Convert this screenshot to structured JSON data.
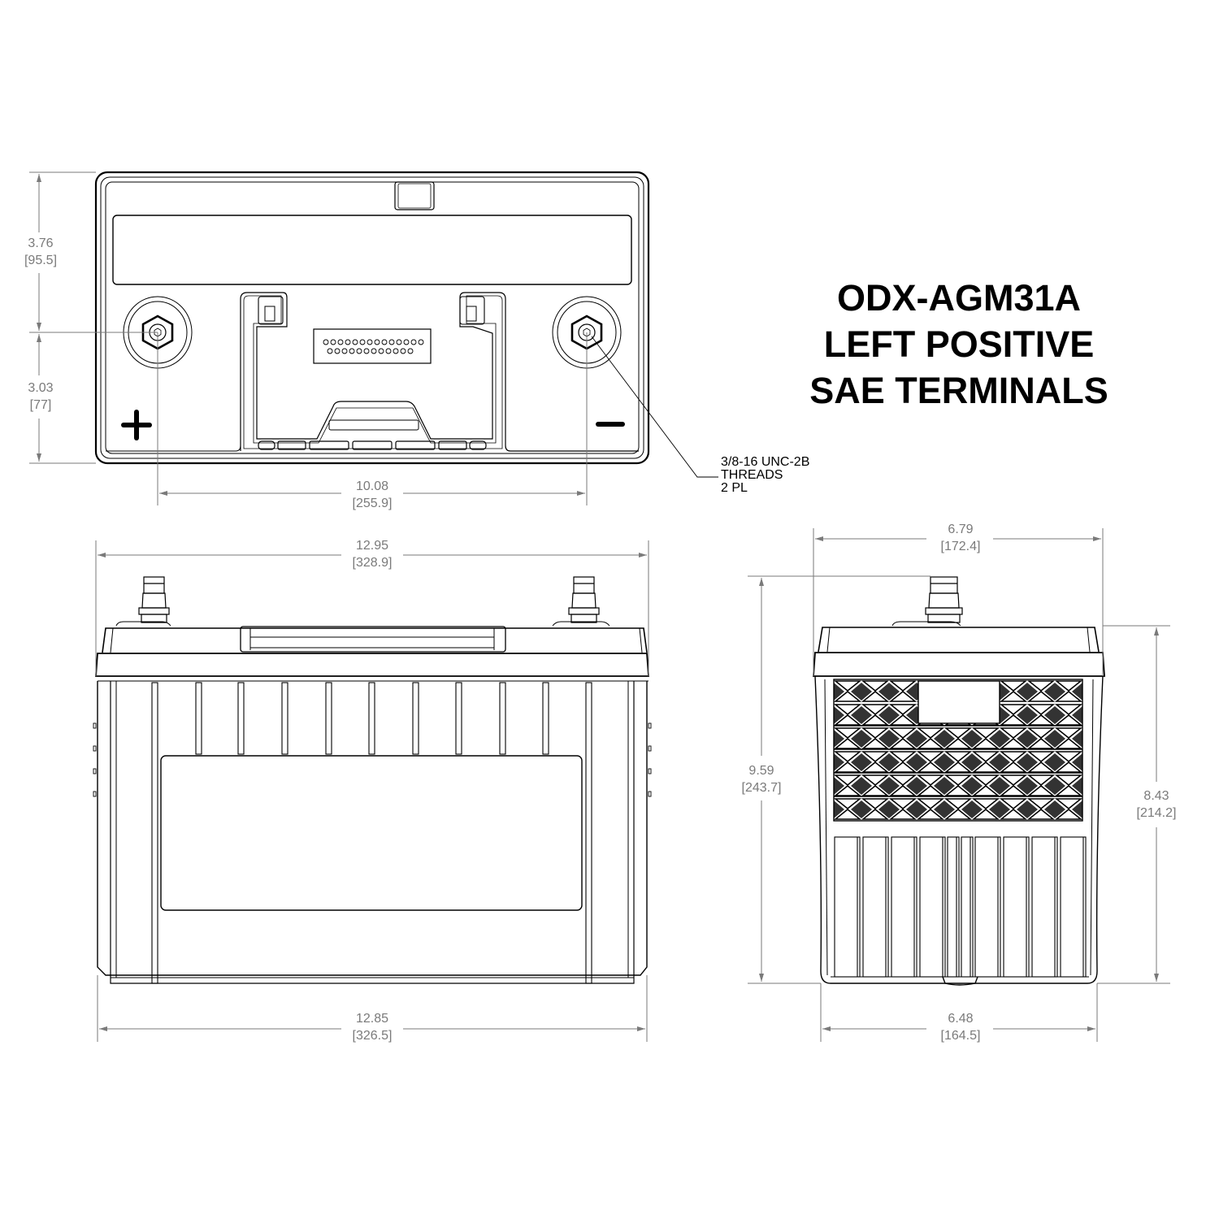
{
  "title": {
    "model": "ODX-AGM31A",
    "line2": "LEFT POSITIVE",
    "line3": "SAE TERMINALS"
  },
  "thread_note": {
    "line1": "3/8-16 UNC-2B",
    "line2": "THREADS",
    "line3": "2 PL"
  },
  "terminals": {
    "positive_symbol": "+",
    "negative_symbol": "−"
  },
  "top_view": {
    "dims": {
      "upper_vertical": {
        "in": "3.76",
        "mm": "[95.5]"
      },
      "lower_vertical": {
        "in": "3.03",
        "mm": "[77]"
      },
      "terminal_spacing": {
        "in": "10.08",
        "mm": "[255.9]"
      }
    }
  },
  "front_view": {
    "dims": {
      "overall_length": {
        "in": "12.95",
        "mm": "[328.9]"
      },
      "base_length": {
        "in": "12.85",
        "mm": "[326.5]"
      }
    }
  },
  "side_view": {
    "dims": {
      "overall_width": {
        "in": "6.79",
        "mm": "[172.4]"
      },
      "overall_height": {
        "in": "9.59",
        "mm": "[243.7]"
      },
      "case_height": {
        "in": "8.43",
        "mm": "[214.2]"
      },
      "base_width": {
        "in": "6.48",
        "mm": "[164.5]"
      }
    }
  },
  "colors": {
    "line": "#000000",
    "dimension": "#7a7a7a",
    "background": "#ffffff"
  }
}
